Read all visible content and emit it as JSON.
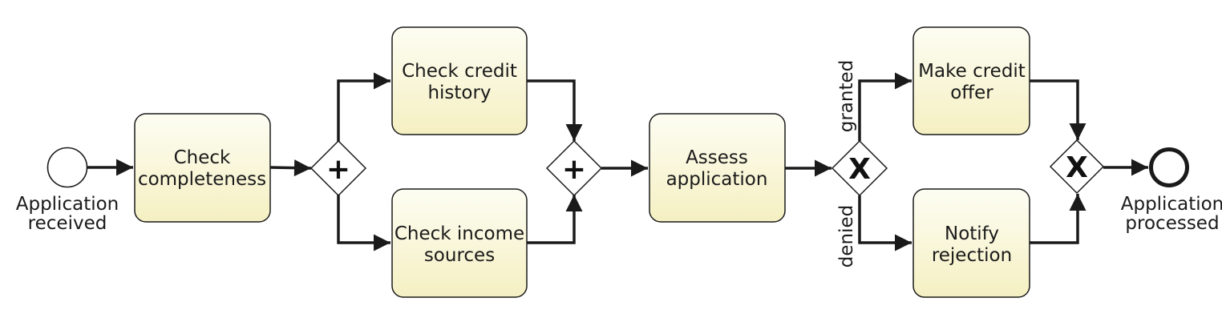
{
  "events": {
    "start": {
      "label_line1": "Application",
      "label_line2": "received"
    },
    "end": {
      "label_line1": "Application",
      "label_line2": "processed"
    }
  },
  "tasks": {
    "check_completeness": {
      "line1": "Check",
      "line2": "completeness"
    },
    "check_credit_history": {
      "line1": "Check credit",
      "line2": "history"
    },
    "check_income_sources": {
      "line1": "Check income",
      "line2": "sources"
    },
    "assess_application": {
      "line1": "Assess",
      "line2": "application"
    },
    "make_credit_offer": {
      "line1": "Make credit",
      "line2": "offer"
    },
    "notify_rejection": {
      "line1": "Notify",
      "line2": "rejection"
    }
  },
  "gateways": {
    "parallel_split": {
      "symbol": "+"
    },
    "parallel_join": {
      "symbol": "+"
    },
    "exclusive_split": {
      "symbol": "X"
    },
    "exclusive_join": {
      "symbol": "X"
    }
  },
  "flow_labels": {
    "granted": "granted",
    "denied": "denied"
  },
  "colors": {
    "task_fill_top": "#fdfdf2",
    "task_fill_bottom": "#f6f2c4",
    "stroke": "#1a1a1a"
  }
}
